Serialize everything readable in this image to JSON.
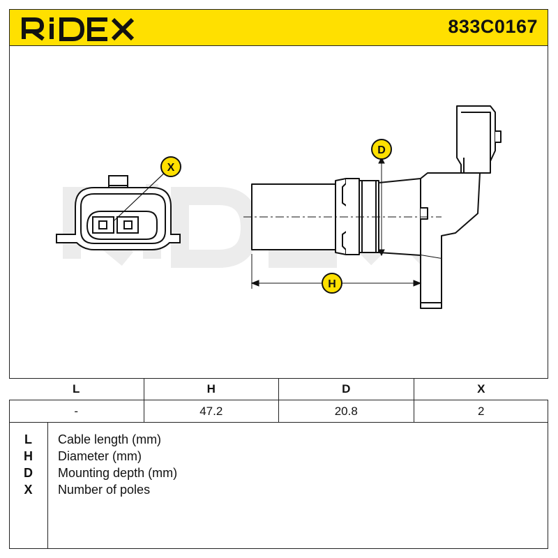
{
  "header": {
    "brand": "RIDEX",
    "part_number": "833C0167",
    "accent_color": "#ffe000"
  },
  "drawing": {
    "watermark": "RIDEX",
    "markers": {
      "x": "X",
      "d": "D",
      "h": "H"
    }
  },
  "spec_table": {
    "columns": [
      "L",
      "H",
      "D",
      "X"
    ],
    "values": [
      "-",
      "47.2",
      "20.8",
      "2"
    ]
  },
  "legend": [
    {
      "key": "L",
      "text": "Cable length (mm)"
    },
    {
      "key": "H",
      "text": "Diameter (mm)"
    },
    {
      "key": "D",
      "text": "Mounting depth (mm)"
    },
    {
      "key": "X",
      "text": "Number of poles"
    }
  ]
}
